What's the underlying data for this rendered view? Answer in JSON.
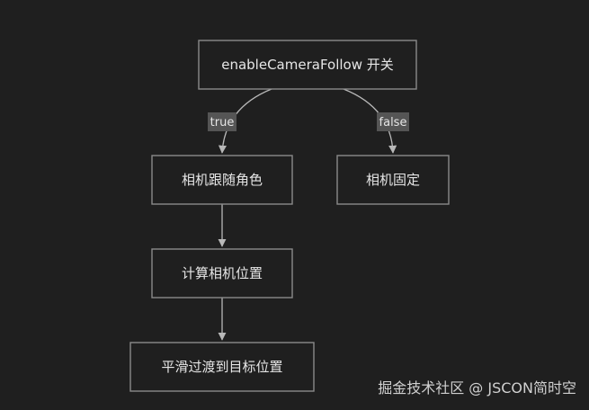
{
  "nodes": {
    "root": "enableCameraFollow 开关",
    "follow": "相机跟随角色",
    "fixed": "相机固定",
    "compute": "计算相机位置",
    "smooth": "平滑过渡到目标位置"
  },
  "edges": {
    "true_label": "true",
    "false_label": "false"
  },
  "watermark": "掘金技术社区 @ JSCON简时空",
  "colors": {
    "background": "#1f1f1f",
    "node_border": "#8a8a8a",
    "text": "#e6e6e6",
    "label_bg": "#555555"
  }
}
